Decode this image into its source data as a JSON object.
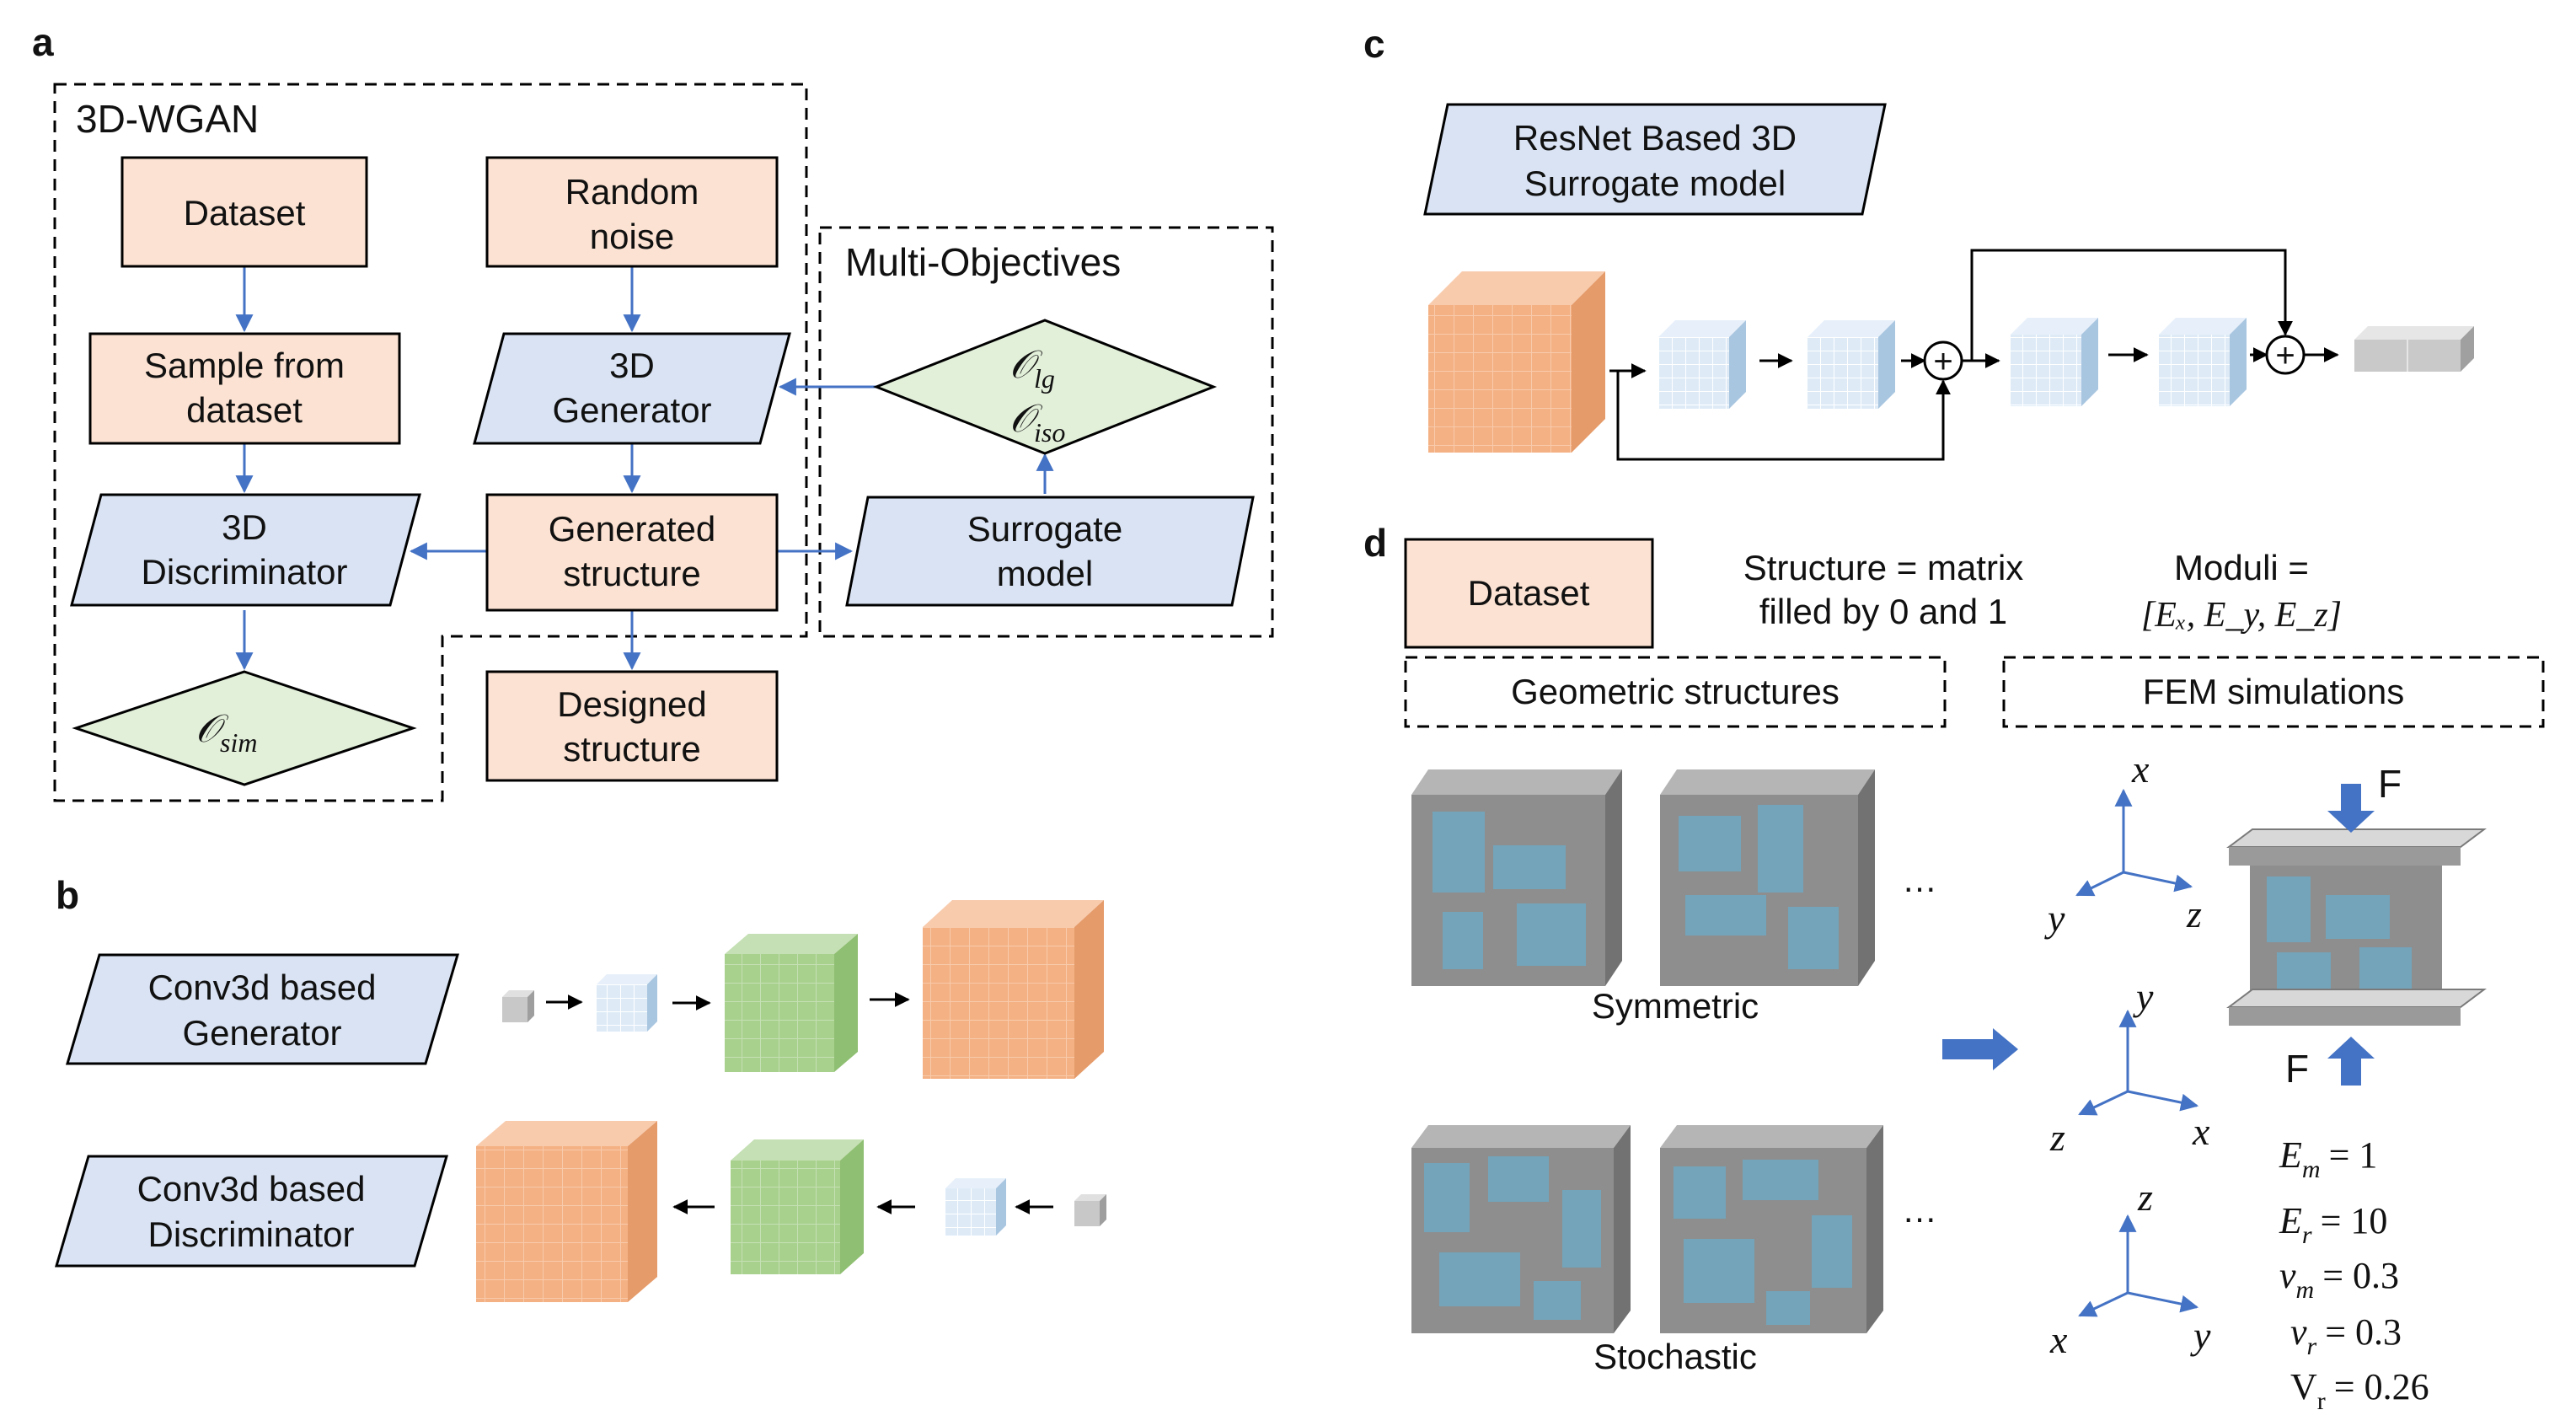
{
  "colors": {
    "orange_box": "#fbe2d2",
    "blue_box": "#d9e3f3",
    "green_diamond": "#e2efd9",
    "arrow_blue": "#4472c4",
    "cube_orange": "#f4b183",
    "cube_blue": "#bdd7ee",
    "cube_green": "#a9d18e",
    "cube_gray": "#bfbfbf",
    "teal_block": "#6fa8c2",
    "outline": "#000000"
  },
  "panel_a": {
    "letter": "a",
    "gan_title": "3D-WGAN",
    "multi_title": "Multi-Objectives",
    "dataset": [
      "Dataset"
    ],
    "random_noise": [
      "Random",
      "noise"
    ],
    "sample": [
      "Sample from",
      "dataset"
    ],
    "generator": [
      "3D",
      "Generator"
    ],
    "discriminator": [
      "3D",
      "Discriminator"
    ],
    "generated": [
      "Generated",
      "structure"
    ],
    "surrogate": [
      "Surrogate",
      "model"
    ],
    "designed": [
      "Designed",
      "structure"
    ],
    "o_sim": {
      "base": "𝒪",
      "sub": "sim"
    },
    "o_lg": {
      "base": "𝒪",
      "sub": "lg"
    },
    "o_iso": {
      "base": "𝒪",
      "sub": "iso"
    }
  },
  "panel_b": {
    "letter": "b",
    "generator": [
      "Conv3d based",
      "Generator"
    ],
    "discriminator": [
      "Conv3d based",
      "Discriminator"
    ]
  },
  "panel_c": {
    "letter": "c",
    "title": [
      "ResNet Based 3D",
      "Surrogate model"
    ],
    "sum_symbol": "+"
  },
  "panel_d": {
    "letter": "d",
    "dataset": "Dataset",
    "structure_text": [
      "Structure = matrix",
      "filled by 0 and 1"
    ],
    "moduli_text": "Moduli =",
    "moduli_vector": "[Eₓ, E_y, E_z]",
    "geometric": "Geometric structures",
    "fem": "FEM simulations",
    "ellipsis": "…",
    "symmetric": "Symmetric",
    "stochastic": "Stochastic",
    "force": "F",
    "axes": {
      "first": {
        "up": "x",
        "left": "y",
        "right": "z"
      },
      "second": {
        "up": "y",
        "left": "z",
        "right": "x"
      },
      "third": {
        "up": "z",
        "left": "x",
        "right": "y"
      }
    },
    "params": [
      {
        "sym": "E",
        "sub": "m",
        "val": "= 1"
      },
      {
        "sym": "E",
        "sub": "r",
        "val": "= 10"
      },
      {
        "sym": "ν",
        "sub": "m",
        "val": "= 0.3"
      },
      {
        "sym": "ν",
        "sub": "r",
        "val": "= 0.3"
      },
      {
        "sym": "V",
        "sub": "r",
        "val": "= 0.26"
      }
    ]
  }
}
